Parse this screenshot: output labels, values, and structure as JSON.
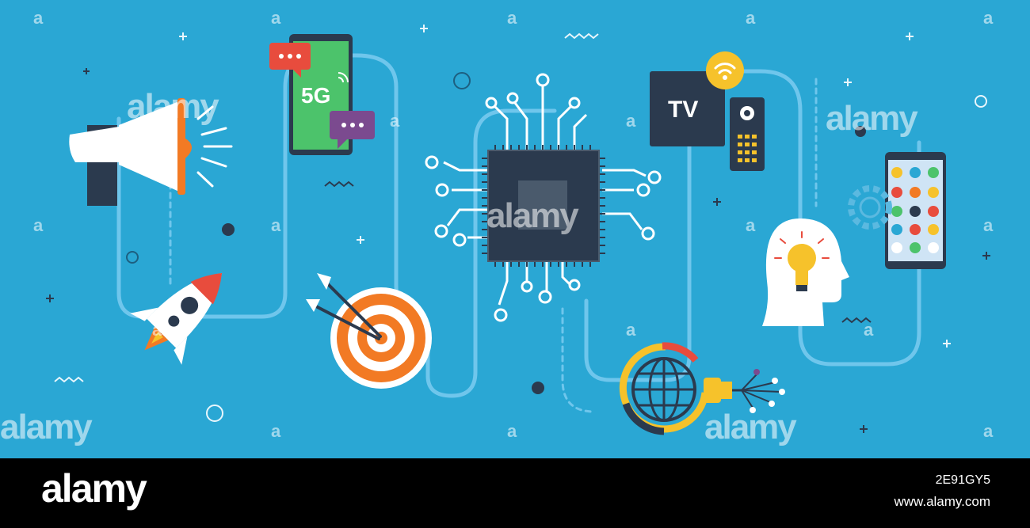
{
  "illustration": {
    "phone_badge": "5G",
    "tv_label": "TV",
    "colors": {
      "background": "#2aa7d4",
      "path": "#6fc6ec",
      "dark": "#2b3a4e",
      "orange": "#f27a24",
      "red": "#e84c3d",
      "green": "#4cc36b",
      "purple": "#7b4a8f",
      "yellow": "#f6c22b"
    },
    "icons": [
      "megaphone-icon",
      "rocket-icon",
      "smartphone-5g-icon",
      "chat-bubble-icon",
      "target-icon",
      "cpu-chip-icon",
      "tv-icon",
      "wifi-icon",
      "remote-control-icon",
      "globe-icon",
      "plug-icon",
      "head-lightbulb-icon",
      "smartphone-apps-icon",
      "gear-icon"
    ]
  },
  "watermark": {
    "brand": "alamy",
    "letter": "a"
  },
  "footer": {
    "logo": "alamy",
    "image_id": "2E91GY5",
    "site": "www.alamy.com"
  }
}
